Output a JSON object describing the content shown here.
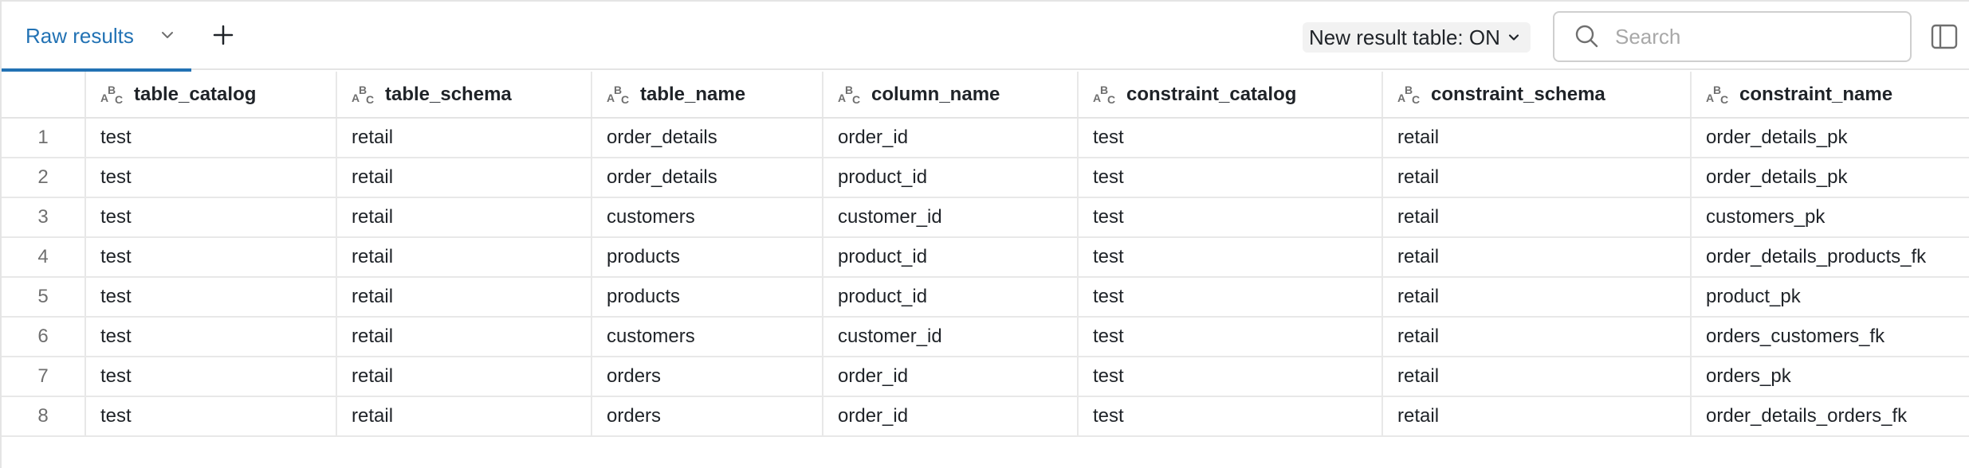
{
  "toolbar": {
    "tab_label": "Raw results",
    "result_table_toggle": "New result table: ON",
    "search_placeholder": "Search"
  },
  "columns": [
    {
      "label": "",
      "type_icon": "string-type-icon"
    },
    {
      "label": "table_catalog",
      "type_icon": "string-type-icon"
    },
    {
      "label": "table_schema",
      "type_icon": "string-type-icon"
    },
    {
      "label": "table_name",
      "type_icon": "string-type-icon"
    },
    {
      "label": "column_name",
      "type_icon": "string-type-icon"
    },
    {
      "label": "constraint_catalog",
      "type_icon": "string-type-icon"
    },
    {
      "label": "constraint_schema",
      "type_icon": "string-type-icon"
    },
    {
      "label": "constraint_name",
      "type_icon": "string-type-icon"
    }
  ],
  "rows": [
    [
      "1",
      "test",
      "retail",
      "order_details",
      "order_id",
      "test",
      "retail",
      "order_details_pk"
    ],
    [
      "2",
      "test",
      "retail",
      "order_details",
      "product_id",
      "test",
      "retail",
      "order_details_pk"
    ],
    [
      "3",
      "test",
      "retail",
      "customers",
      "customer_id",
      "test",
      "retail",
      "customers_pk"
    ],
    [
      "4",
      "test",
      "retail",
      "products",
      "product_id",
      "test",
      "retail",
      "order_details_products_fk"
    ],
    [
      "5",
      "test",
      "retail",
      "products",
      "product_id",
      "test",
      "retail",
      "product_pk"
    ],
    [
      "6",
      "test",
      "retail",
      "customers",
      "customer_id",
      "test",
      "retail",
      "orders_customers_fk"
    ],
    [
      "7",
      "test",
      "retail",
      "orders",
      "order_id",
      "test",
      "retail",
      "orders_pk"
    ],
    [
      "8",
      "test",
      "retail",
      "orders",
      "order_id",
      "test",
      "retail",
      "order_details_orders_fk"
    ]
  ],
  "colors": {
    "accent": "#2272b4",
    "border": "#e8e8e8",
    "row_number": "#6f6f6f"
  }
}
